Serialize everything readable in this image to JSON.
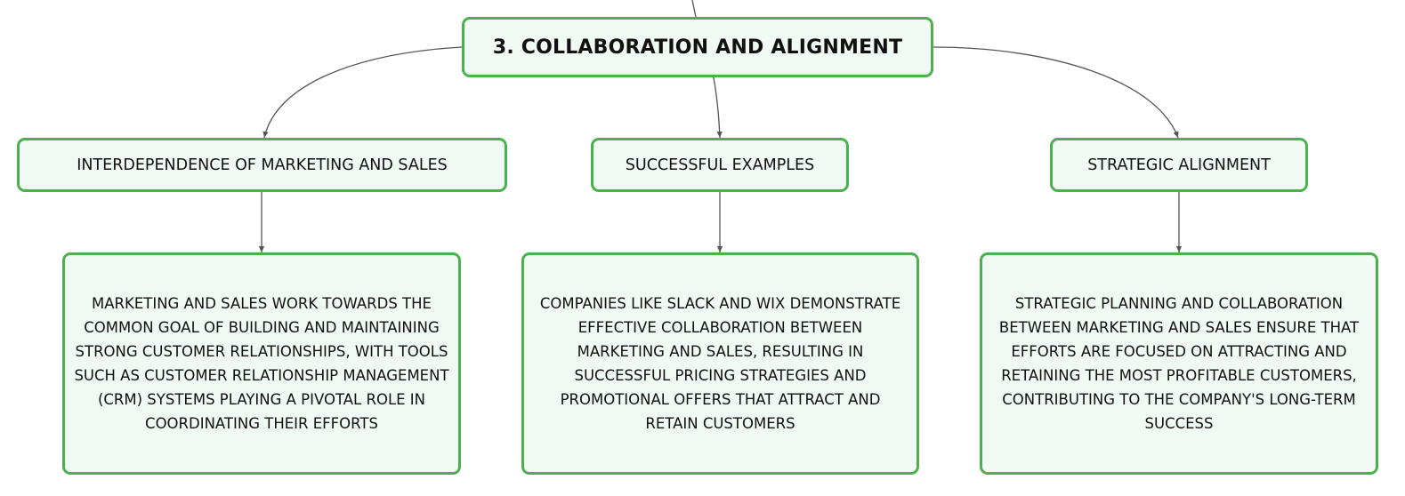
{
  "diagram": {
    "root": {
      "label": "3. COLLABORATION AND ALIGNMENT"
    },
    "branches": [
      {
        "label": "INTERDEPENDENCE OF MARKETING AND SALES",
        "detail": "MARKETING AND SALES WORK TOWARDS THE COMMON GOAL OF BUILDING AND MAINTAINING STRONG CUSTOMER RELATIONSHIPS, WITH TOOLS SUCH AS CUSTOMER RELATIONSHIP MANAGEMENT (CRM) SYSTEMS PLAYING A PIVOTAL ROLE IN COORDINATING THEIR EFFORTS"
      },
      {
        "label": "SUCCESSFUL EXAMPLES",
        "detail": "COMPANIES LIKE SLACK AND WIX DEMONSTRATE EFFECTIVE COLLABORATION BETWEEN MARKETING AND SALES, RESULTING IN SUCCESSFUL PRICING STRATEGIES AND PROMOTIONAL OFFERS THAT ATTRACT AND RETAIN CUSTOMERS"
      },
      {
        "label": "STRATEGIC ALIGNMENT",
        "detail": "STRATEGIC PLANNING AND COLLABORATION BETWEEN MARKETING AND SALES ENSURE THAT EFFORTS ARE FOCUSED ON ATTRACTING AND RETAINING THE MOST PROFITABLE CUSTOMERS, CONTRIBUTING TO THE COMPANY'S LONG-TERM SUCCESS"
      }
    ]
  },
  "colors": {
    "node_border": "#4caf50",
    "node_fill": "#f1f9f3",
    "connector": "#555555",
    "text": "#111111"
  }
}
